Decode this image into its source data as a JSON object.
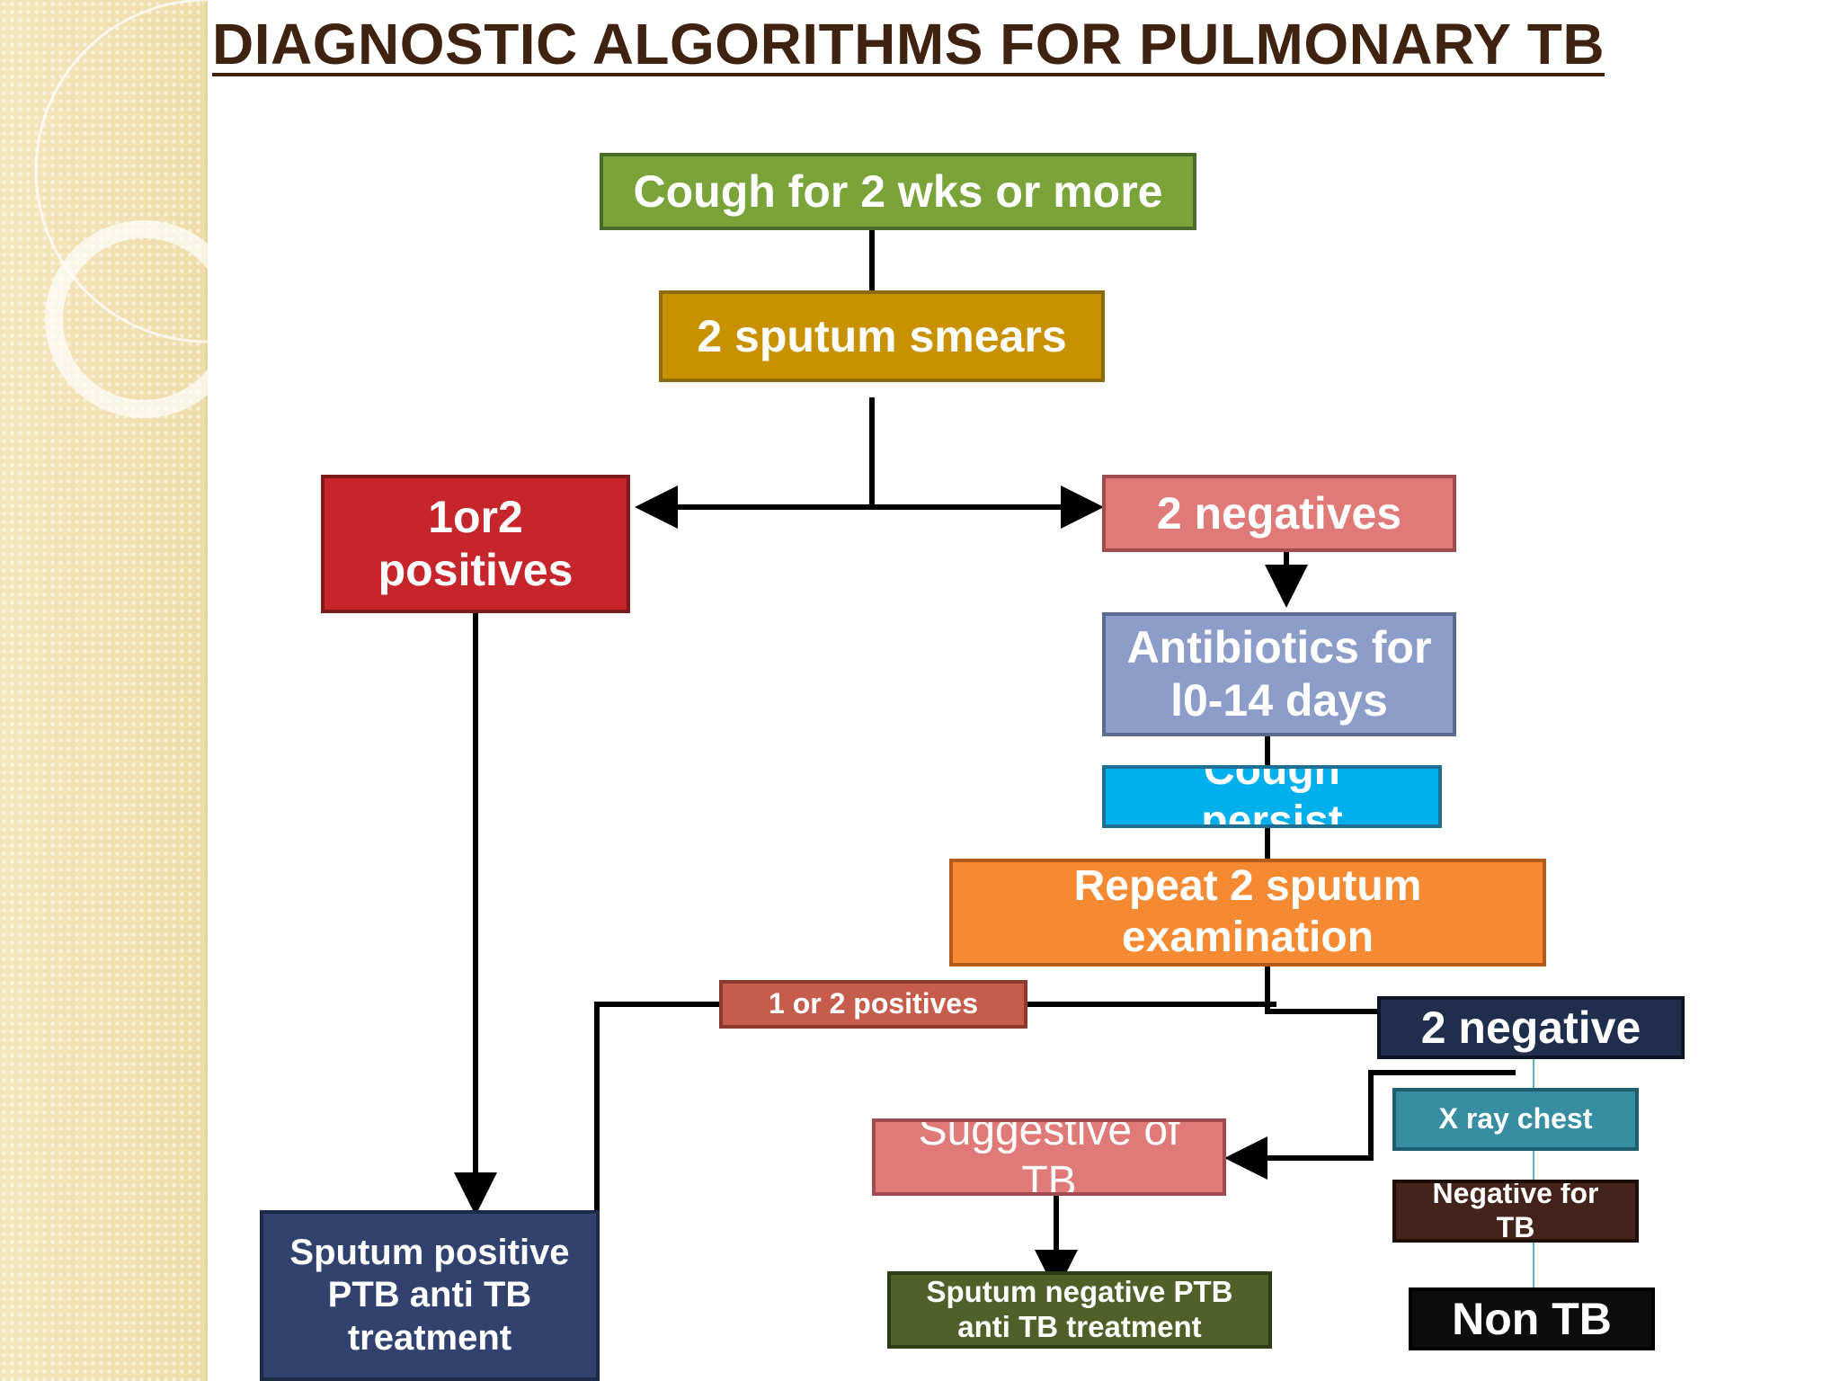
{
  "title": "DIAGNOSTIC  ALGORITHMS FOR PULMONARY TB",
  "nodes": {
    "cough": "Cough for 2 wks or more",
    "smears": "2 sputum smears",
    "positives_1": "1or2\npositives",
    "negatives_2": "2 negatives",
    "antibiotics": "Antibiotics for\nl0-14 days",
    "cough_persist": "Cough\npersist",
    "repeat": "Repeat 2 sputum\nexamination",
    "positives_2": "1 or 2 positives",
    "negative_2": "2 negative",
    "xray": "X ray  chest",
    "negative_for_tb": "Negative  for\nTB",
    "suggestive": "Suggestive of\nTB",
    "sputum_positive": "Sputum positive\nPTB anti TB\ntreatment",
    "sputum_negative": "Sputum negative PTB\nanti TB treatment",
    "non_tb": "Non TB"
  },
  "colors": {
    "title": "#3f2310",
    "cough": "#7aa33a",
    "smears": "#c79100",
    "positives_1": "#c6262b",
    "negatives_2": "#e07a78",
    "antibiotics": "#8b9dc8",
    "cough_persist": "#00b0ec",
    "repeat": "#f58a32",
    "positives_2": "#c65d4c",
    "negative_2": "#1f2e4d",
    "xray": "#378da1",
    "negative_for_tb": "#44231b",
    "suggestive": "#e07a78",
    "sputum_positive": "#31426e",
    "sputum_negative": "#4f6128",
    "non_tb": "#0d0d0d"
  }
}
